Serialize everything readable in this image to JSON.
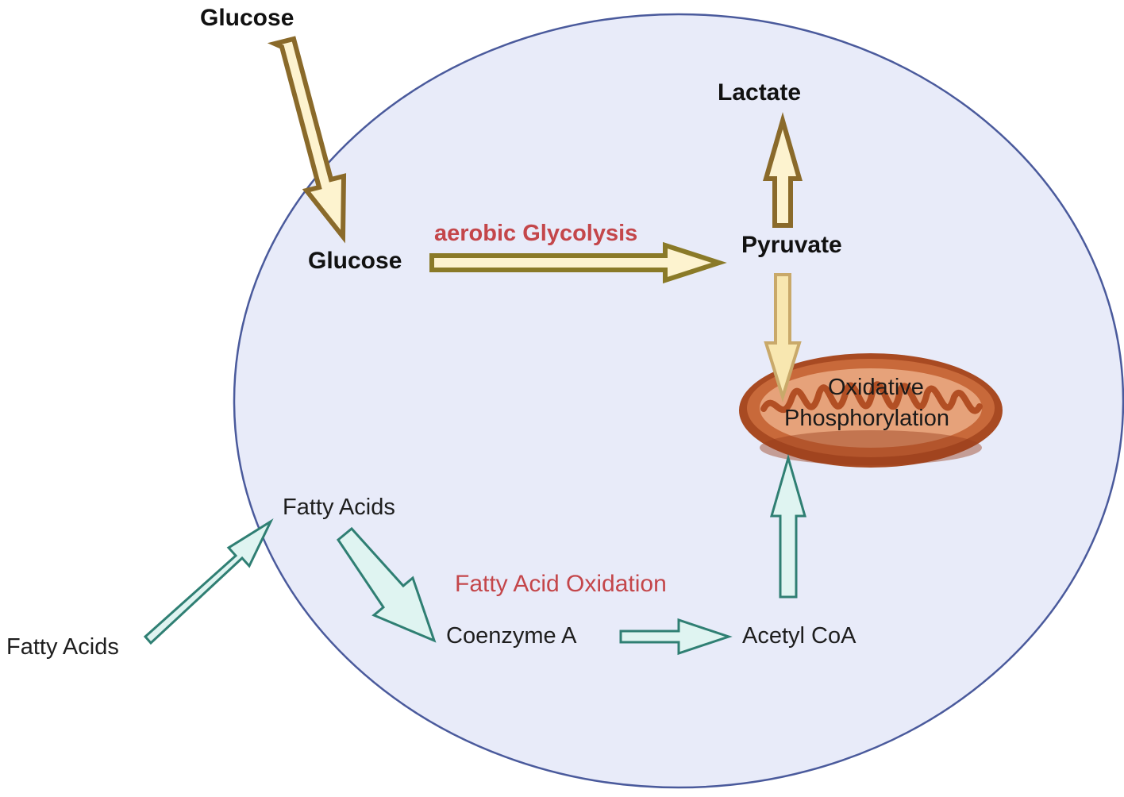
{
  "labels": {
    "glucose_outside": "Glucose",
    "glucose_inside": "Glucose",
    "aerobic_glycolysis": "aerobic Glycolysis",
    "pyruvate": "Pyruvate",
    "lactate": "Lactate",
    "oxidative": "Oxidative",
    "phosphorylation": "Phosphorylation",
    "fatty_acids_inside": "Fatty Acids",
    "fatty_acids_outside": "Fatty Acids",
    "fatty_acid_oxidation": "Fatty Acid Oxidation",
    "coenzyme_a": "Coenzyme A",
    "acetyl_coa": "Acetyl CoA"
  },
  "colors": {
    "cell_fill": "#e8ebf9",
    "cell_outline": "#4a5a9c",
    "glucose_arrow_stroke": "#8a6a2a",
    "glucose_arrow_fill": "#fdf3cf",
    "pyruvate_arrow_stroke": "#c9a96a",
    "pyruvate_arrow_fill": "#f8e7b0",
    "fatty_arrow_stroke": "#2f7f73",
    "fatty_arrow_fill": "#dff4f1",
    "mitochondrion_outer": "#a84a22",
    "mitochondrion_inner": "#c86a3c",
    "pathway_label": "#c4464a"
  }
}
